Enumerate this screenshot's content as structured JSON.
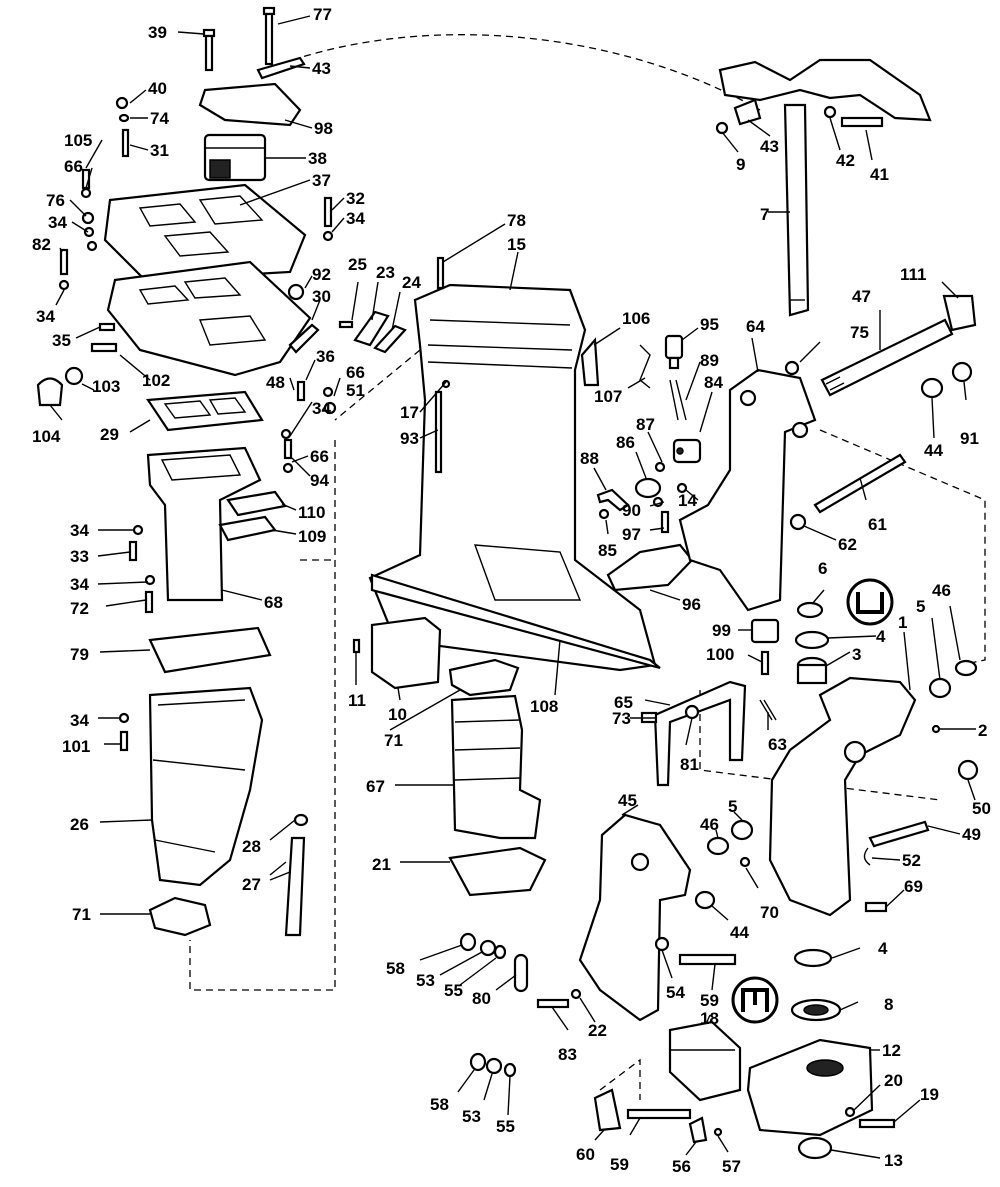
{
  "callouts": [
    {
      "id": "39",
      "label": "39"
    },
    {
      "id": "77",
      "label": "77"
    },
    {
      "id": "43a",
      "label": "43"
    },
    {
      "id": "40",
      "label": "40"
    },
    {
      "id": "74",
      "label": "74"
    },
    {
      "id": "98",
      "label": "98"
    },
    {
      "id": "105",
      "label": "105"
    },
    {
      "id": "31",
      "label": "31"
    },
    {
      "id": "38",
      "label": "38"
    },
    {
      "id": "66a",
      "label": "66"
    },
    {
      "id": "37",
      "label": "37"
    },
    {
      "id": "76",
      "label": "76"
    },
    {
      "id": "32",
      "label": "32"
    },
    {
      "id": "34a",
      "label": "34"
    },
    {
      "id": "34b",
      "label": "34"
    },
    {
      "id": "82",
      "label": "82"
    },
    {
      "id": "34c",
      "label": "34"
    },
    {
      "id": "35",
      "label": "35"
    },
    {
      "id": "92",
      "label": "92"
    },
    {
      "id": "30",
      "label": "30"
    },
    {
      "id": "25",
      "label": "25"
    },
    {
      "id": "23",
      "label": "23"
    },
    {
      "id": "24",
      "label": "24"
    },
    {
      "id": "78",
      "label": "78"
    },
    {
      "id": "15",
      "label": "15"
    },
    {
      "id": "102",
      "label": "102"
    },
    {
      "id": "36",
      "label": "36"
    },
    {
      "id": "48",
      "label": "48"
    },
    {
      "id": "66b",
      "label": "66"
    },
    {
      "id": "51",
      "label": "51"
    },
    {
      "id": "103",
      "label": "103"
    },
    {
      "id": "104",
      "label": "104"
    },
    {
      "id": "29",
      "label": "29"
    },
    {
      "id": "34d",
      "label": "34"
    },
    {
      "id": "66c",
      "label": "66"
    },
    {
      "id": "94",
      "label": "94"
    },
    {
      "id": "17",
      "label": "17"
    },
    {
      "id": "93",
      "label": "93"
    },
    {
      "id": "106",
      "label": "106"
    },
    {
      "id": "107",
      "label": "107"
    },
    {
      "id": "95",
      "label": "95"
    },
    {
      "id": "89",
      "label": "89"
    },
    {
      "id": "84",
      "label": "84"
    },
    {
      "id": "87",
      "label": "87"
    },
    {
      "id": "86",
      "label": "86"
    },
    {
      "id": "88",
      "label": "88"
    },
    {
      "id": "90",
      "label": "90"
    },
    {
      "id": "14",
      "label": "14"
    },
    {
      "id": "85",
      "label": "85"
    },
    {
      "id": "97",
      "label": "97"
    },
    {
      "id": "110",
      "label": "110"
    },
    {
      "id": "109",
      "label": "109"
    },
    {
      "id": "34e",
      "label": "34"
    },
    {
      "id": "33",
      "label": "33"
    },
    {
      "id": "34f",
      "label": "34"
    },
    {
      "id": "72",
      "label": "72"
    },
    {
      "id": "68",
      "label": "68"
    },
    {
      "id": "79",
      "label": "79"
    },
    {
      "id": "34g",
      "label": "34"
    },
    {
      "id": "101",
      "label": "101"
    },
    {
      "id": "26",
      "label": "26"
    },
    {
      "id": "28",
      "label": "28"
    },
    {
      "id": "27",
      "label": "27"
    },
    {
      "id": "71a",
      "label": "71"
    },
    {
      "id": "11",
      "label": "11"
    },
    {
      "id": "10",
      "label": "10"
    },
    {
      "id": "71b",
      "label": "71"
    },
    {
      "id": "67",
      "label": "67"
    },
    {
      "id": "21",
      "label": "21"
    },
    {
      "id": "108",
      "label": "108"
    },
    {
      "id": "96",
      "label": "96"
    },
    {
      "id": "99",
      "label": "99"
    },
    {
      "id": "100",
      "label": "100"
    },
    {
      "id": "65",
      "label": "65"
    },
    {
      "id": "73",
      "label": "73"
    },
    {
      "id": "81",
      "label": "81"
    },
    {
      "id": "63",
      "label": "63"
    },
    {
      "id": "7",
      "label": "7"
    },
    {
      "id": "9",
      "label": "9"
    },
    {
      "id": "43b",
      "label": "43"
    },
    {
      "id": "42",
      "label": "42"
    },
    {
      "id": "41",
      "label": "41"
    },
    {
      "id": "111",
      "label": "111"
    },
    {
      "id": "47",
      "label": "47"
    },
    {
      "id": "64",
      "label": "64"
    },
    {
      "id": "75",
      "label": "75"
    },
    {
      "id": "44a",
      "label": "44"
    },
    {
      "id": "91",
      "label": "91"
    },
    {
      "id": "61",
      "label": "61"
    },
    {
      "id": "62",
      "label": "62"
    },
    {
      "id": "6",
      "label": "6"
    },
    {
      "id": "46a",
      "label": "46"
    },
    {
      "id": "5a",
      "label": "5"
    },
    {
      "id": "1",
      "label": "1"
    },
    {
      "id": "4a",
      "label": "4"
    },
    {
      "id": "3",
      "label": "3"
    },
    {
      "id": "2",
      "label": "2"
    },
    {
      "id": "50",
      "label": "50"
    },
    {
      "id": "49",
      "label": "49"
    },
    {
      "id": "52",
      "label": "52"
    },
    {
      "id": "69",
      "label": "69"
    },
    {
      "id": "70",
      "label": "70"
    },
    {
      "id": "5b",
      "label": "5"
    },
    {
      "id": "46b",
      "label": "46"
    },
    {
      "id": "45",
      "label": "45"
    },
    {
      "id": "44b",
      "label": "44"
    },
    {
      "id": "4b",
      "label": "4"
    },
    {
      "id": "8",
      "label": "8"
    },
    {
      "id": "58a",
      "label": "58"
    },
    {
      "id": "53a",
      "label": "53"
    },
    {
      "id": "55a",
      "label": "55"
    },
    {
      "id": "80",
      "label": "80"
    },
    {
      "id": "54",
      "label": "54"
    },
    {
      "id": "59a",
      "label": "59"
    },
    {
      "id": "22",
      "label": "22"
    },
    {
      "id": "83",
      "label": "83"
    },
    {
      "id": "18",
      "label": "18"
    },
    {
      "id": "12",
      "label": "12"
    },
    {
      "id": "20",
      "label": "20"
    },
    {
      "id": "19",
      "label": "19"
    },
    {
      "id": "58b",
      "label": "58"
    },
    {
      "id": "53b",
      "label": "53"
    },
    {
      "id": "55b",
      "label": "55"
    },
    {
      "id": "60",
      "label": "60"
    },
    {
      "id": "59b",
      "label": "59"
    },
    {
      "id": "56",
      "label": "56"
    },
    {
      "id": "57",
      "label": "57"
    },
    {
      "id": "13",
      "label": "13"
    }
  ]
}
